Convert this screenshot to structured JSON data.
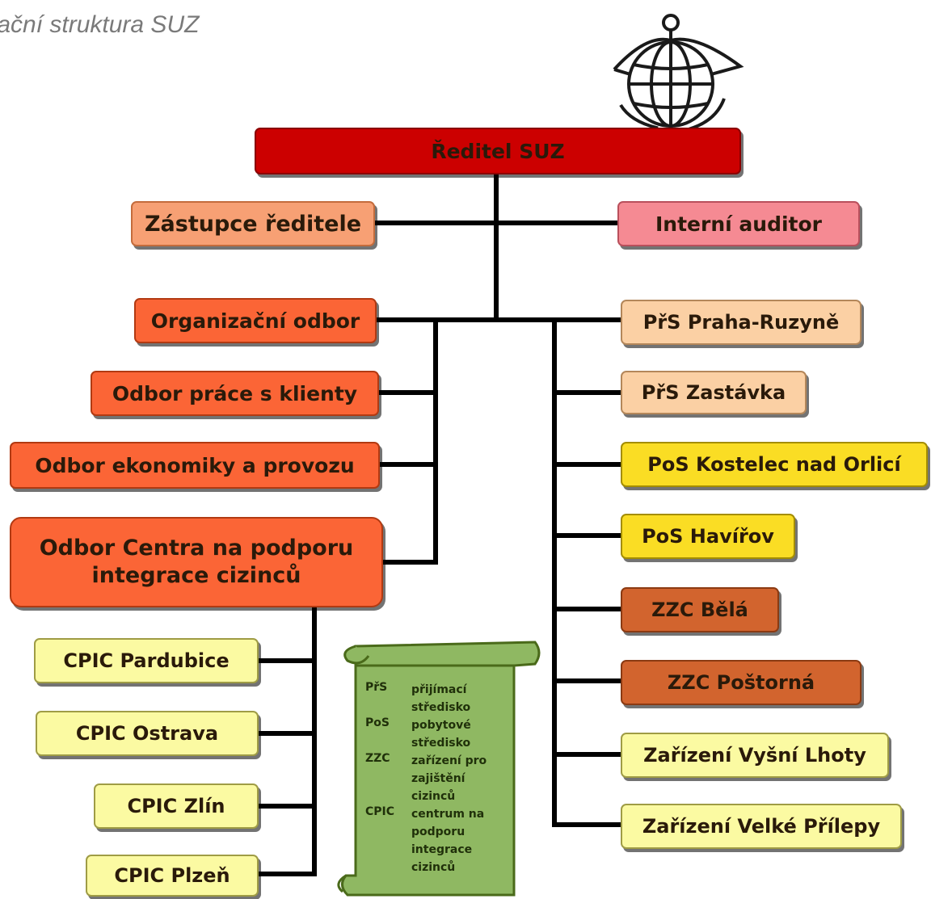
{
  "page": {
    "title": "nizační struktura SUZ"
  },
  "director": {
    "label": "Ředitel SUZ"
  },
  "left_top": [
    {
      "label": "Zástupce ředitele"
    }
  ],
  "right_top": [
    {
      "label": "Interní auditor"
    }
  ],
  "departments": [
    {
      "label": "Organizační odbor"
    },
    {
      "label": "Odbor práce s klienty"
    },
    {
      "label": "Odbor ekonomiky a provozu"
    },
    {
      "label": "Odbor Centra na podporu integrace cizinců"
    }
  ],
  "cpic": [
    {
      "label": "CPIC Pardubice"
    },
    {
      "label": "CPIC Ostrava"
    },
    {
      "label": "CPIC Zlín"
    },
    {
      "label": "CPIC Plzeň"
    }
  ],
  "facilities": [
    {
      "label": "PřS Praha-Ruzyně"
    },
    {
      "label": "PřS Zastávka"
    },
    {
      "label": "PoS Kostelec nad Orlicí"
    },
    {
      "label": "PoS Havířov"
    },
    {
      "label": "ZZC Bělá"
    },
    {
      "label": "ZZC Poštorná"
    },
    {
      "label": "Zařízení Vyšní Lhoty"
    },
    {
      "label": "Zařízení Velké Přílepy"
    }
  ],
  "legend": [
    {
      "abbr": "PřS",
      "definition": "přijímací středisko"
    },
    {
      "abbr": "PoS",
      "definition": "pobytové středisko"
    },
    {
      "abbr": "ZZC",
      "definition": "zařízení pro zajištění cizinců"
    },
    {
      "abbr": "CPIC",
      "definition": "centrum na podporu integrace cizinců"
    }
  ],
  "colors": {
    "director": "#cc0000",
    "deputy": "#f7a074",
    "auditor": "#f58a93",
    "department": "#fb6536",
    "receiving_center": "#fbd0a4",
    "residential_center": "#fadd24",
    "detention_facility": "#d2642e",
    "cpic": "#fbfaa2",
    "legend_scroll": "#8fb862"
  },
  "logo": {
    "icon": "globe-figure-logo"
  }
}
